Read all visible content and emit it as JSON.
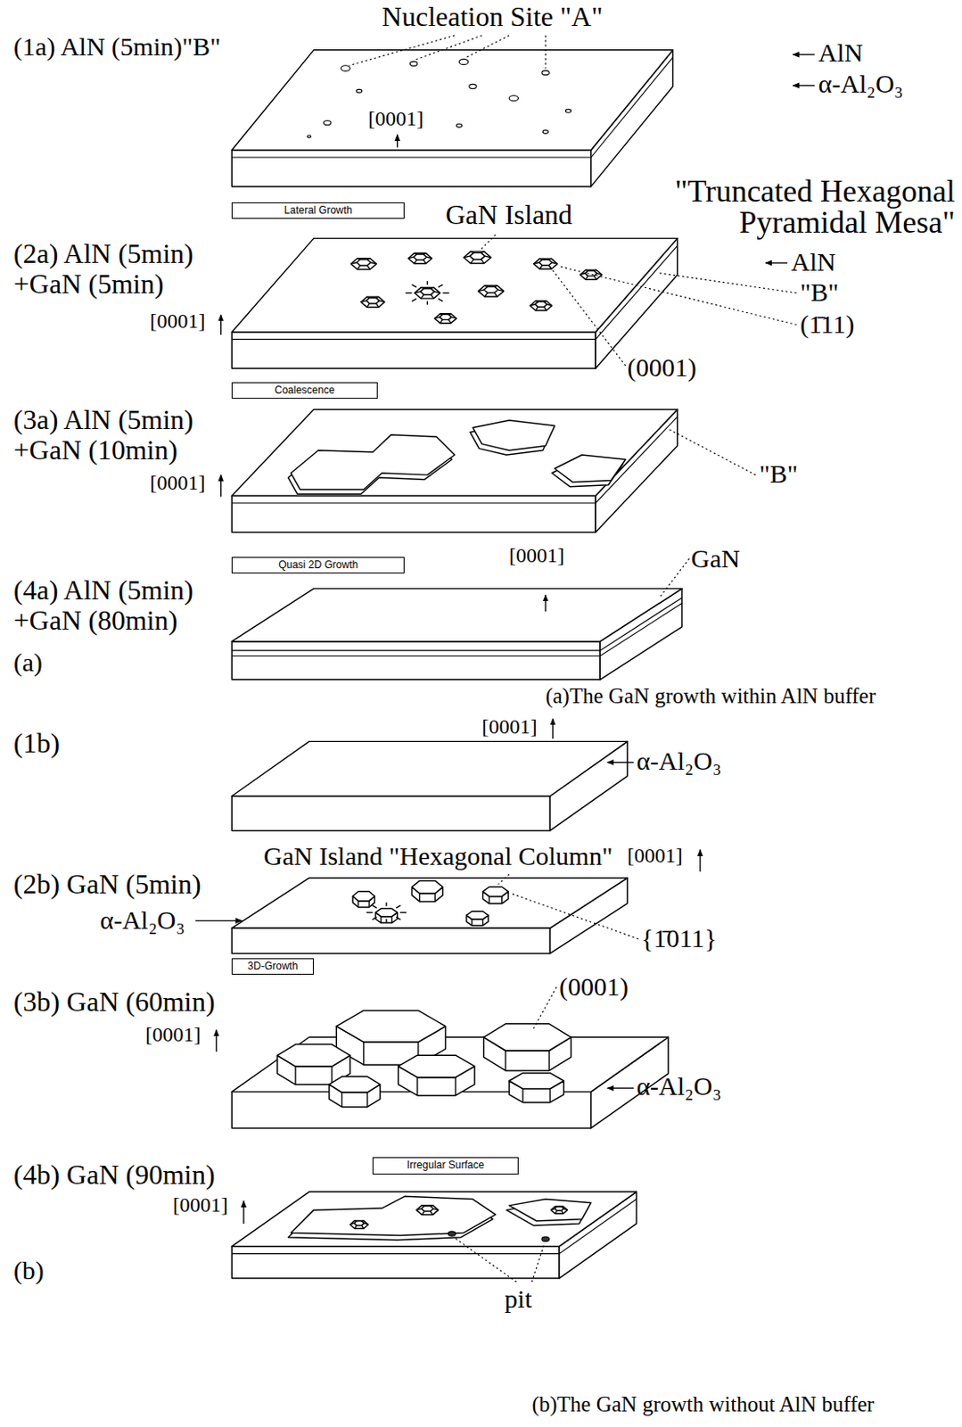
{
  "diagram": {
    "nodes": [
      {
        "text": [
          "Lateral Growth"
        ]
      },
      {
        "text": [
          "Coalescence"
        ]
      },
      {
        "text": [
          "Quasi 2D Growth"
        ]
      },
      {
        "text": [
          "3D-Growth"
        ]
      },
      {
        "text": [
          "Irregular Surface"
        ]
      }
    ],
    "labels": [
      "Nucleation Site \"A\"",
      "(1a) AlN (5min)\"B\"",
      "AlN",
      "α-Al₂O₃",
      "[0001]",
      "\"Truncated Hexagonal Pyramidal Mesa\"",
      "GaN Island",
      "(2a) AlN (5min) +GaN (5min)",
      "AlN",
      "\"B\"",
      "[0001]",
      "(1̄11)",
      "(0001)",
      "(3a) AlN (5min) +GaN (10min)",
      "[0001]",
      "\"B\"",
      "[0001]",
      "GaN",
      "(4a) AlN (5min) +GaN (80min)",
      "(a)",
      "(a)The GaN growth within AlN buffer",
      "[0001]",
      "(1b)",
      "α-Al₂O₃",
      "GaN Island \"Hexagonal Column\"",
      "(2b) GaN (5min)",
      "[0001]",
      "α-Al₂O₃",
      "{1̄011}",
      "(0001)",
      "(3b) GaN (60min)",
      "[0001]",
      "α-Al₂O₃",
      "(4b) GaN (90min)",
      "[0001]",
      "(b)",
      "pit",
      "(b)The GaN growth without AlN buffer"
    ]
  }
}
